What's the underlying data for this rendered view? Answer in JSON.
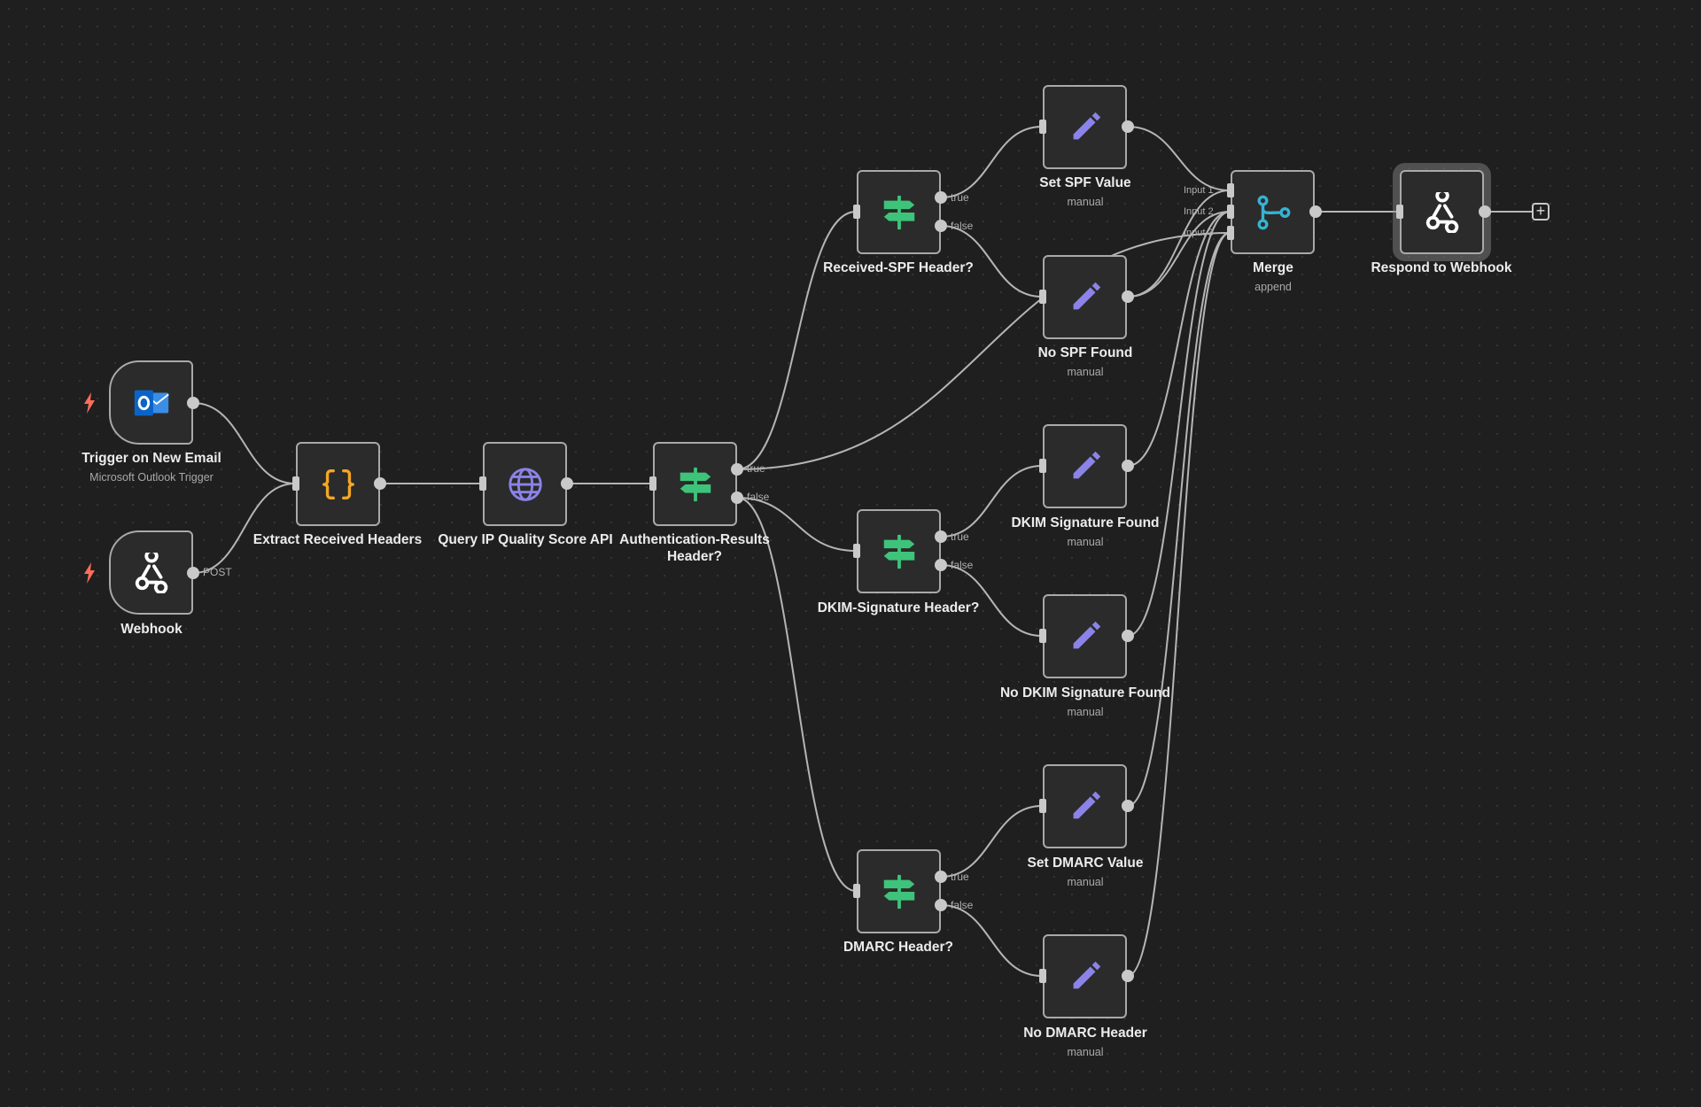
{
  "canvas": {
    "background": "#1f1f1f",
    "edge_color": "#b5b5b5"
  },
  "colors": {
    "set_icon": "#8b83e8",
    "if_icon": "#3ec47a",
    "code_icon": "#f5a623",
    "http_icon": "#8b83e8",
    "merge_icon": "#35b3d3",
    "webhook_icon": "#ffffff",
    "outlook_blue": "#0a64c8",
    "trigger_bolt": "#ff6d5a"
  },
  "nodes": [
    {
      "id": "trigger_email",
      "label": "Trigger on New Email",
      "subtitle": "Microsoft Outlook Trigger",
      "icon": "outlook-icon"
    },
    {
      "id": "webhook",
      "label": "Webhook",
      "subtitle": "",
      "icon": "webhook-icon",
      "port_label": "POST"
    },
    {
      "id": "extract",
      "label": "Extract Received Headers",
      "subtitle": "",
      "icon": "code-braces-icon"
    },
    {
      "id": "ipqs",
      "label": "Query IP Quality Score API",
      "subtitle": "",
      "icon": "globe-icon"
    },
    {
      "id": "auth",
      "label": "Authentication-Results Header?",
      "subtitle": "",
      "icon": "signpost-icon",
      "true_label": "true",
      "false_label": "false"
    },
    {
      "id": "spf_if",
      "label": "Received-SPF Header?",
      "subtitle": "",
      "icon": "signpost-icon",
      "true_label": "true",
      "false_label": "false"
    },
    {
      "id": "dkim_if",
      "label": "DKIM-Signature Header?",
      "subtitle": "",
      "icon": "signpost-icon",
      "true_label": "true",
      "false_label": "false"
    },
    {
      "id": "dmarc_if",
      "label": "DMARC Header?",
      "subtitle": "",
      "icon": "signpost-icon",
      "true_label": "true",
      "false_label": "false"
    },
    {
      "id": "set_spf",
      "label": "Set SPF Value",
      "subtitle": "manual",
      "icon": "pencil-icon"
    },
    {
      "id": "no_spf",
      "label": "No SPF Found",
      "subtitle": "manual",
      "icon": "pencil-icon"
    },
    {
      "id": "dkim_found",
      "label": "DKIM Signature Found",
      "subtitle": "manual",
      "icon": "pencil-icon"
    },
    {
      "id": "no_dkim",
      "label": "No DKIM Signature Found",
      "subtitle": "manual",
      "icon": "pencil-icon"
    },
    {
      "id": "set_dmarc",
      "label": "Set DMARC Value",
      "subtitle": "manual",
      "icon": "pencil-icon"
    },
    {
      "id": "no_dmarc",
      "label": "No DMARC Header",
      "subtitle": "manual",
      "icon": "pencil-icon"
    },
    {
      "id": "merge",
      "label": "Merge",
      "subtitle": "append",
      "icon": "merge-icon",
      "inputs": [
        "Input 1",
        "Input 2",
        "Input 3"
      ]
    },
    {
      "id": "respond",
      "label": "Respond to Webhook",
      "subtitle": "",
      "icon": "webhook-icon"
    }
  ],
  "connections": [
    {
      "from": "trigger_email",
      "to": "extract"
    },
    {
      "from": "webhook",
      "to": "extract"
    },
    {
      "from": "extract",
      "to": "ipqs"
    },
    {
      "from": "ipqs",
      "to": "auth"
    },
    {
      "from": "auth",
      "branch": "true",
      "to": "spf_if"
    },
    {
      "from": "auth",
      "branch": "true",
      "to": "merge",
      "input": 2
    },
    {
      "from": "auth",
      "branch": "false",
      "to": "dkim_if"
    },
    {
      "from": "auth",
      "branch": "false",
      "to": "dmarc_if"
    },
    {
      "from": "spf_if",
      "branch": "true",
      "to": "set_spf"
    },
    {
      "from": "spf_if",
      "branch": "false",
      "to": "no_spf"
    },
    {
      "from": "dkim_if",
      "branch": "true",
      "to": "dkim_found"
    },
    {
      "from": "dkim_if",
      "branch": "false",
      "to": "no_dkim"
    },
    {
      "from": "dmarc_if",
      "branch": "true",
      "to": "set_dmarc"
    },
    {
      "from": "dmarc_if",
      "branch": "false",
      "to": "no_dmarc"
    },
    {
      "from": "set_spf",
      "to": "merge",
      "input": 0
    },
    {
      "from": "no_spf",
      "to": "merge",
      "input": 0
    },
    {
      "from": "no_spf",
      "to": "merge",
      "input": 1
    },
    {
      "from": "dkim_found",
      "to": "merge",
      "input": 1
    },
    {
      "from": "no_dkim",
      "to": "merge",
      "input": 1
    },
    {
      "from": "set_dmarc",
      "to": "merge",
      "input": 2
    },
    {
      "from": "no_dmarc",
      "to": "merge",
      "input": 2
    },
    {
      "from": "merge",
      "to": "respond"
    }
  ],
  "add_button": "+"
}
